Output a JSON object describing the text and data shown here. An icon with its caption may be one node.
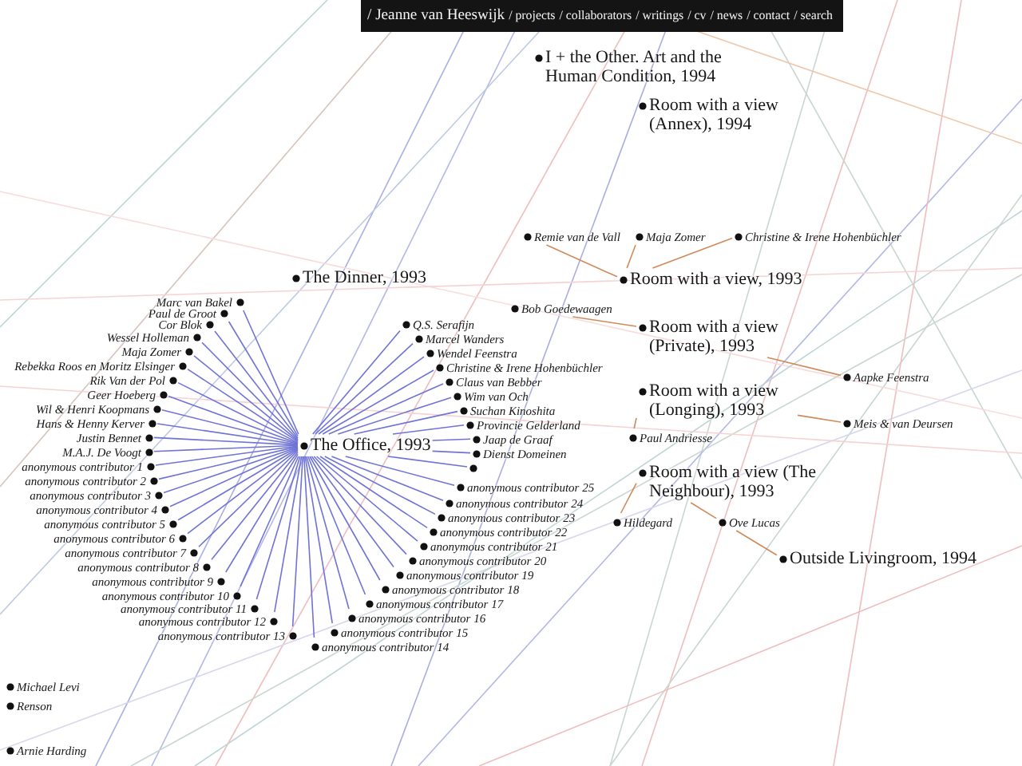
{
  "diagram": {
    "nodes": [
      {
        "text": [
          "I + the Other. Art and the Human Condition, 1994"
        ]
      },
      {
        "text": [
          "Room with a view (Annex), 1994"
        ]
      },
      {
        "text": [
          "Room with a view, 1993"
        ]
      },
      {
        "text": [
          "Remie van de Vall"
        ]
      },
      {
        "text": [
          "Maja Zomer"
        ]
      },
      {
        "text": [
          "Christine & Irene Hohenbüchler"
        ]
      },
      {
        "text": [
          "Room with a view (Private), 1993"
        ]
      },
      {
        "text": [
          "Bob Goedewaagen"
        ]
      },
      {
        "text": [
          "Aapke Feenstra"
        ]
      },
      {
        "text": [
          "Room with a view (Longing), 1993"
        ]
      },
      {
        "text": [
          "Paul Andriesse"
        ]
      },
      {
        "text": [
          "Meis & van Deursen"
        ]
      },
      {
        "text": [
          "Room with a view (The Neighbour), 1993"
        ]
      },
      {
        "text": [
          "Hildegard"
        ]
      },
      {
        "text": [
          "Ove Lucas"
        ]
      },
      {
        "text": [
          "Outside Livingroom, 1994"
        ]
      },
      {
        "text": [
          "The Dinner, 1993"
        ]
      },
      {
        "text": [
          "The Office, 1993"
        ]
      },
      {
        "text": [
          "Q.S. Serafijn"
        ]
      },
      {
        "text": [
          "Marcel Wanders"
        ]
      },
      {
        "text": [
          "Wendel Feenstra"
        ]
      },
      {
        "text": [
          "Christine & Irene Hohenbüchler"
        ]
      },
      {
        "text": [
          "Claus van Bebber"
        ]
      },
      {
        "text": [
          "Wim van Och"
        ]
      },
      {
        "text": [
          "Suchan Kinoshita"
        ]
      },
      {
        "text": [
          "Provincie Gelderland"
        ]
      },
      {
        "text": [
          "Jaap de Graaf"
        ]
      },
      {
        "text": [
          "Dienst Domeinen"
        ]
      },
      {
        "text": [],
        "shape": "circle"
      },
      {
        "text": [
          "anonymous contributor 1"
        ]
      },
      {
        "text": [
          "anonymous contributor 2"
        ]
      },
      {
        "text": [
          "anonymous contributor 3"
        ]
      },
      {
        "text": [
          "anonymous contributor 4"
        ]
      },
      {
        "text": [
          "anonymous contributor 5"
        ]
      },
      {
        "text": [
          "anonymous contributor 6"
        ]
      },
      {
        "text": [
          "anonymous contributor 7"
        ]
      },
      {
        "text": [
          "anonymous contributor 8"
        ]
      },
      {
        "text": [
          "anonymous contributor 9"
        ]
      },
      {
        "text": [
          "anonymous contributor 10"
        ]
      },
      {
        "text": [
          "anonymous contributor 11"
        ]
      },
      {
        "text": [
          "anonymous contributor 12"
        ]
      },
      {
        "text": [
          "anonymous contributor 13"
        ]
      },
      {
        "text": [
          "anonymous contributor 14"
        ]
      },
      {
        "text": [
          "anonymous contributor 15"
        ]
      },
      {
        "text": [
          "anonymous contributor 16"
        ]
      },
      {
        "text": [
          "anonymous contributor 17"
        ]
      },
      {
        "text": [
          "anonymous contributor 18"
        ]
      },
      {
        "text": [
          "anonymous contributor 19"
        ]
      },
      {
        "text": [
          "anonymous contributor 20"
        ]
      },
      {
        "text": [
          "anonymous contributor 21"
        ]
      },
      {
        "text": [
          "anonymous contributor 22"
        ]
      },
      {
        "text": [
          "anonymous contributor 23"
        ]
      },
      {
        "text": [
          "anonymous contributor 24"
        ]
      },
      {
        "text": [
          "anonymous contributor 25"
        ]
      },
      {
        "text": [
          "Marc van Bakel"
        ]
      },
      {
        "text": [
          "Paul de Groot"
        ]
      },
      {
        "text": [
          "Cor Blok"
        ]
      },
      {
        "text": [
          "Wessel Holleman"
        ]
      },
      {
        "text": [
          "Maja Zomer"
        ]
      },
      {
        "text": [
          "Rebekka Roos en Moritz Elsinger"
        ]
      },
      {
        "text": [
          "Rik Van der Pol"
        ]
      },
      {
        "text": [
          "Geer Hoeberg"
        ]
      },
      {
        "text": [
          "Wil & Henri Koopmans"
        ]
      },
      {
        "text": [
          "Hans & Henny Kerver"
        ]
      },
      {
        "text": [
          "Justin Bennet"
        ]
      },
      {
        "text": [
          "M.A.J. De Voogt"
        ]
      },
      {
        "text": [
          "Michael Levi"
        ]
      },
      {
        "text": [
          "Renson"
        ]
      },
      {
        "text": [
          "Arnie Harding"
        ]
      }
    ],
    "edges": [
      {
        "from": 2,
        "to": 3,
        "arrow": "none",
        "color": "#d08a5a"
      },
      {
        "from": 2,
        "to": 4,
        "arrow": "none",
        "color": "#d08a5a"
      },
      {
        "from": 2,
        "to": 5,
        "arrow": "none",
        "color": "#d08a5a"
      },
      {
        "from": 6,
        "to": 7,
        "arrow": "none",
        "color": "#d08a5a"
      },
      {
        "from": 6,
        "to": 8,
        "arrow": "none",
        "color": "#d08a5a"
      },
      {
        "from": 9,
        "to": 10,
        "arrow": "none",
        "color": "#d08a5a"
      },
      {
        "from": 9,
        "to": 11,
        "arrow": "none",
        "color": "#d08a5a"
      },
      {
        "from": 12,
        "to": 13,
        "arrow": "none",
        "color": "#d08a5a"
      },
      {
        "from": 12,
        "to": 14,
        "arrow": "none",
        "color": "#d08a5a"
      },
      {
        "from": 15,
        "to": 14,
        "arrow": "none",
        "color": "#d08a5a"
      },
      {
        "from": 17,
        "to": 18,
        "arrow": "none"
      },
      {
        "from": 17,
        "to": 19,
        "arrow": "none"
      },
      {
        "from": 17,
        "to": 20,
        "arrow": "none"
      },
      {
        "from": 17,
        "to": 21,
        "arrow": "none"
      },
      {
        "from": 17,
        "to": 22,
        "arrow": "none"
      },
      {
        "from": 17,
        "to": 23,
        "arrow": "none"
      },
      {
        "from": 17,
        "to": 24,
        "arrow": "none"
      },
      {
        "from": 17,
        "to": 25,
        "arrow": "none"
      },
      {
        "from": 17,
        "to": 26,
        "arrow": "none"
      },
      {
        "from": 17,
        "to": 27,
        "arrow": "none"
      },
      {
        "from": 17,
        "to": 28,
        "arrow": "none"
      },
      {
        "from": 17,
        "to": 29,
        "arrow": "none"
      },
      {
        "from": 17,
        "to": 30,
        "arrow": "none"
      },
      {
        "from": 17,
        "to": 31,
        "arrow": "none"
      },
      {
        "from": 17,
        "to": 32,
        "arrow": "none"
      },
      {
        "from": 17,
        "to": 33,
        "arrow": "none"
      },
      {
        "from": 17,
        "to": 34,
        "arrow": "none"
      },
      {
        "from": 17,
        "to": 35,
        "arrow": "none"
      },
      {
        "from": 17,
        "to": 36,
        "arrow": "none"
      },
      {
        "from": 17,
        "to": 37,
        "arrow": "none"
      },
      {
        "from": 17,
        "to": 38,
        "arrow": "none"
      },
      {
        "from": 17,
        "to": 39,
        "arrow": "none"
      },
      {
        "from": 17,
        "to": 40,
        "arrow": "none"
      },
      {
        "from": 17,
        "to": 41,
        "arrow": "none"
      },
      {
        "from": 17,
        "to": 42,
        "arrow": "none"
      },
      {
        "from": 17,
        "to": 43,
        "arrow": "none"
      },
      {
        "from": 17,
        "to": 44,
        "arrow": "none"
      },
      {
        "from": 17,
        "to": 45,
        "arrow": "none"
      },
      {
        "from": 17,
        "to": 46,
        "arrow": "none"
      },
      {
        "from": 17,
        "to": 47,
        "arrow": "none"
      },
      {
        "from": 17,
        "to": 48,
        "arrow": "none"
      },
      {
        "from": 17,
        "to": 49,
        "arrow": "none"
      },
      {
        "from": 17,
        "to": 50,
        "arrow": "none"
      },
      {
        "from": 17,
        "to": 51,
        "arrow": "none"
      },
      {
        "from": 17,
        "to": 52,
        "arrow": "none"
      },
      {
        "from": 17,
        "to": 53,
        "arrow": "none"
      },
      {
        "from": 17,
        "to": 54,
        "arrow": "none"
      },
      {
        "from": 17,
        "to": 55,
        "arrow": "none"
      },
      {
        "from": 17,
        "to": 56,
        "arrow": "none"
      },
      {
        "from": 17,
        "to": 57,
        "arrow": "none"
      },
      {
        "from": 17,
        "to": 58,
        "arrow": "none"
      },
      {
        "from": 17,
        "to": 59,
        "arrow": "none"
      },
      {
        "from": 17,
        "to": 60,
        "arrow": "none"
      },
      {
        "from": 17,
        "to": 61,
        "arrow": "none"
      },
      {
        "from": 17,
        "to": 62,
        "arrow": "none"
      },
      {
        "from": 17,
        "to": 63,
        "arrow": "none"
      },
      {
        "from": 17,
        "to": 64,
        "arrow": "none"
      },
      {
        "from": 17,
        "to": 65,
        "arrow": "none"
      }
    ],
    "labels": [
      "/ Jeanne van Heeswijk",
      "/ projects",
      "/ collaborators",
      "/ writings",
      "/ cv",
      "/ news",
      "/ contact",
      "/ search"
    ]
  }
}
